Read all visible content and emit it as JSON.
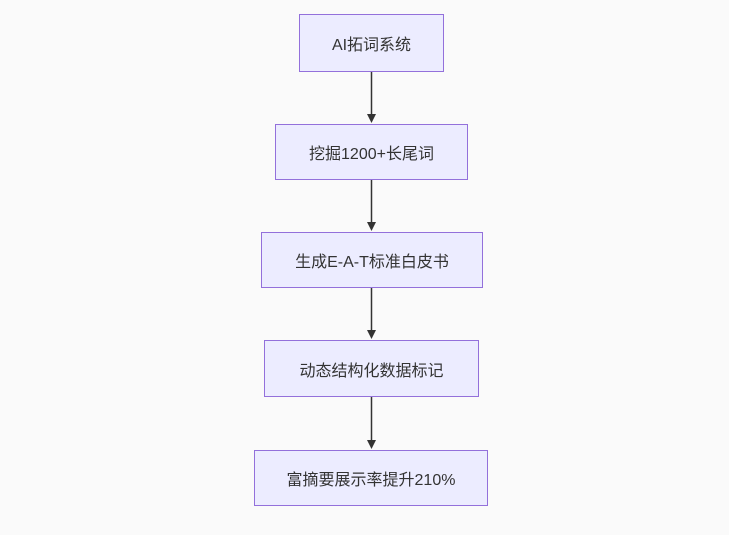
{
  "flowchart": {
    "type": "flowchart-top-down",
    "nodes": [
      {
        "id": "n1",
        "label": "AI拓词系统"
      },
      {
        "id": "n2",
        "label": "挖掘1200+长尾词"
      },
      {
        "id": "n3",
        "label": "生成E-A-T标准白皮书"
      },
      {
        "id": "n4",
        "label": "动态结构化数据标记"
      },
      {
        "id": "n5",
        "label": "富摘要展示率提升210%"
      }
    ],
    "edges": [
      {
        "from": "AI拓词系统",
        "to": "挖掘1200+长尾词"
      },
      {
        "from": "挖掘1200+长尾词",
        "to": "生成E-A-T标准白皮书"
      },
      {
        "from": "生成E-A-T标准白皮书",
        "to": "动态结构化数据标记"
      },
      {
        "from": "动态结构化数据标记",
        "to": "富摘要展示率提升210%"
      }
    ],
    "colors": {
      "node_fill": "#ECECFF",
      "node_border": "#9370DB",
      "node_text": "#333333",
      "arrow": "#333333",
      "background": "#fafafa"
    }
  }
}
